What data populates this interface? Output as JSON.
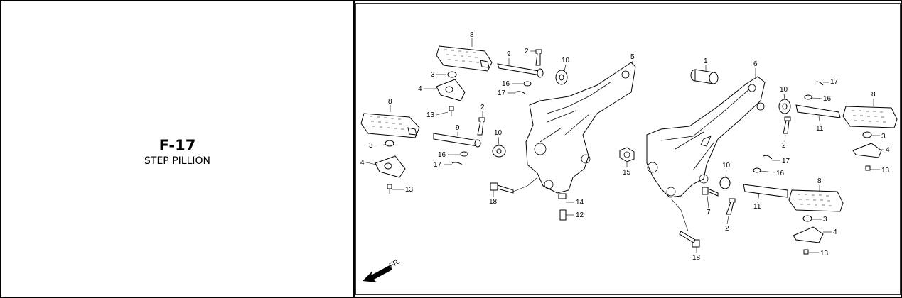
{
  "section": {
    "code": "F-17",
    "name": "STEP PILLION"
  },
  "diagram": {
    "direction_label": "FR.",
    "callouts": [
      "1",
      "2",
      "3",
      "4",
      "5",
      "6",
      "7",
      "8",
      "9",
      "10",
      "11",
      "12",
      "13",
      "14",
      "15",
      "16",
      "17",
      "18"
    ]
  }
}
